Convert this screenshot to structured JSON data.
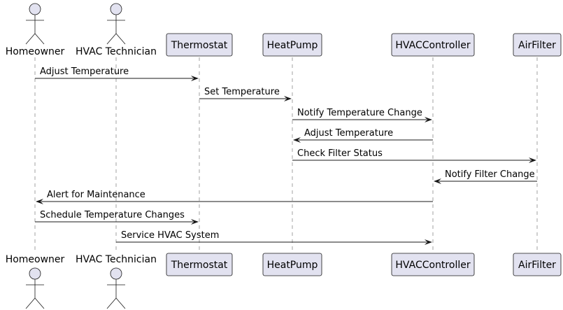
{
  "participants": [
    {
      "id": "homeowner",
      "name": "Homeowner",
      "kind": "actor"
    },
    {
      "id": "technician",
      "name": "HVAC Technician",
      "kind": "actor"
    },
    {
      "id": "thermostat",
      "name": "Thermostat",
      "kind": "participant"
    },
    {
      "id": "heatpump",
      "name": "HeatPump",
      "kind": "participant"
    },
    {
      "id": "controller",
      "name": "HVACController",
      "kind": "participant"
    },
    {
      "id": "airfilter",
      "name": "AirFilter",
      "kind": "participant"
    }
  ],
  "messages": [
    {
      "from": "homeowner",
      "to": "thermostat",
      "label": "Adjust Temperature"
    },
    {
      "from": "thermostat",
      "to": "heatpump",
      "label": "Set Temperature"
    },
    {
      "from": "heatpump",
      "to": "controller",
      "label": "Notify Temperature Change"
    },
    {
      "from": "controller",
      "to": "heatpump",
      "label": "Adjust Temperature"
    },
    {
      "from": "heatpump",
      "to": "airfilter",
      "label": "Check Filter Status"
    },
    {
      "from": "airfilter",
      "to": "controller",
      "label": "Notify Filter Change"
    },
    {
      "from": "controller",
      "to": "homeowner",
      "label": "Alert for Maintenance"
    },
    {
      "from": "homeowner",
      "to": "thermostat",
      "label": "Schedule Temperature Changes"
    },
    {
      "from": "technician",
      "to": "controller",
      "label": "Service HVAC System"
    }
  ],
  "colors": {
    "participant_fill": "#E2E2F0",
    "line": "#181818",
    "lifeline": "#A0A0A0"
  }
}
